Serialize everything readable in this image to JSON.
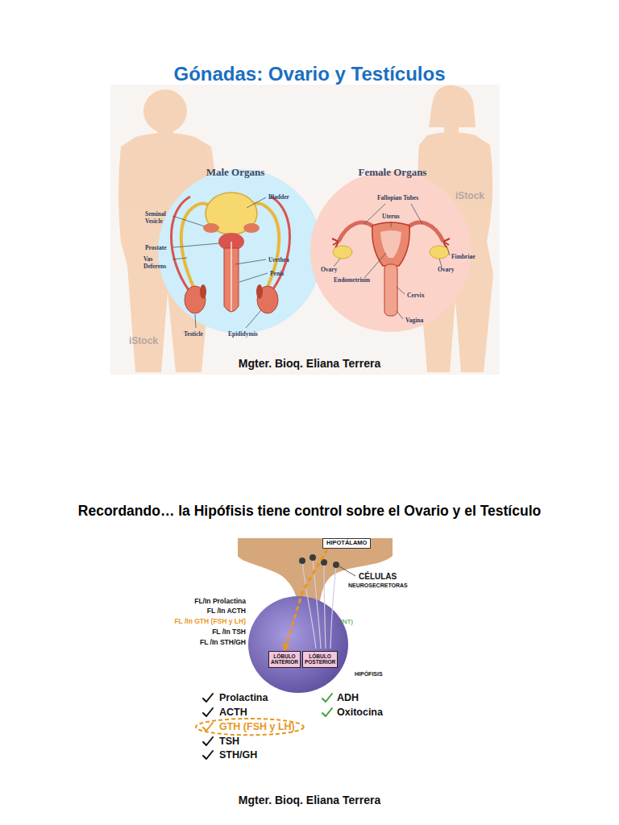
{
  "diagram": {
    "title": "Gónadas: Ovario y Testículos",
    "nodes": [
      {
        "text": [
          "Male Organs",
          "Bladder",
          "Seminal Vesicle",
          "Prostate",
          "Vas Deferens",
          "Urethra",
          "Penis",
          "Testicle",
          "Epididymis"
        ]
      },
      {
        "text": [
          "Female Organs",
          "Fallopian Tubes",
          "Uterus",
          "Fimbriae",
          "Ovary",
          "Ovary",
          "Endometrium",
          "Cervix",
          "Vagina"
        ]
      },
      {
        "text": [
          "HIPOTÁLAMO"
        ]
      },
      {
        "text": [
          "HIPÓFISIS"
        ]
      },
      {
        "text": [
          "LÓBULO ANTERIOR"
        ],
        "in": 3
      },
      {
        "text": [
          "LÓBULO POSTERIOR"
        ],
        "in": 3
      },
      {
        "text": [
          "GTH (FSH y LH)"
        ]
      }
    ],
    "edges": [
      {
        "from": 2,
        "to": 4,
        "arrow": "to"
      }
    ],
    "labels": [
      "iStock",
      "iStock",
      "Mgter. Bioq. Eliana Terrera",
      "Recordando… la Hipófisis tiene control sobre el Ovario y el Testículo",
      "CÉLULAS",
      "NEUROSECRETORAS",
      "(NT)",
      "FL/In Prolactina",
      "FL /In ACTH",
      "FL /In GTH (FSH y LH)",
      "FL /In TSH",
      "FL /In STH/GH",
      "Prolactina",
      "ACTH",
      "TSH",
      "STH/GH",
      "ADH",
      "Oxitocina",
      "Mgter. Bioq. Eliana Terrera"
    ]
  }
}
